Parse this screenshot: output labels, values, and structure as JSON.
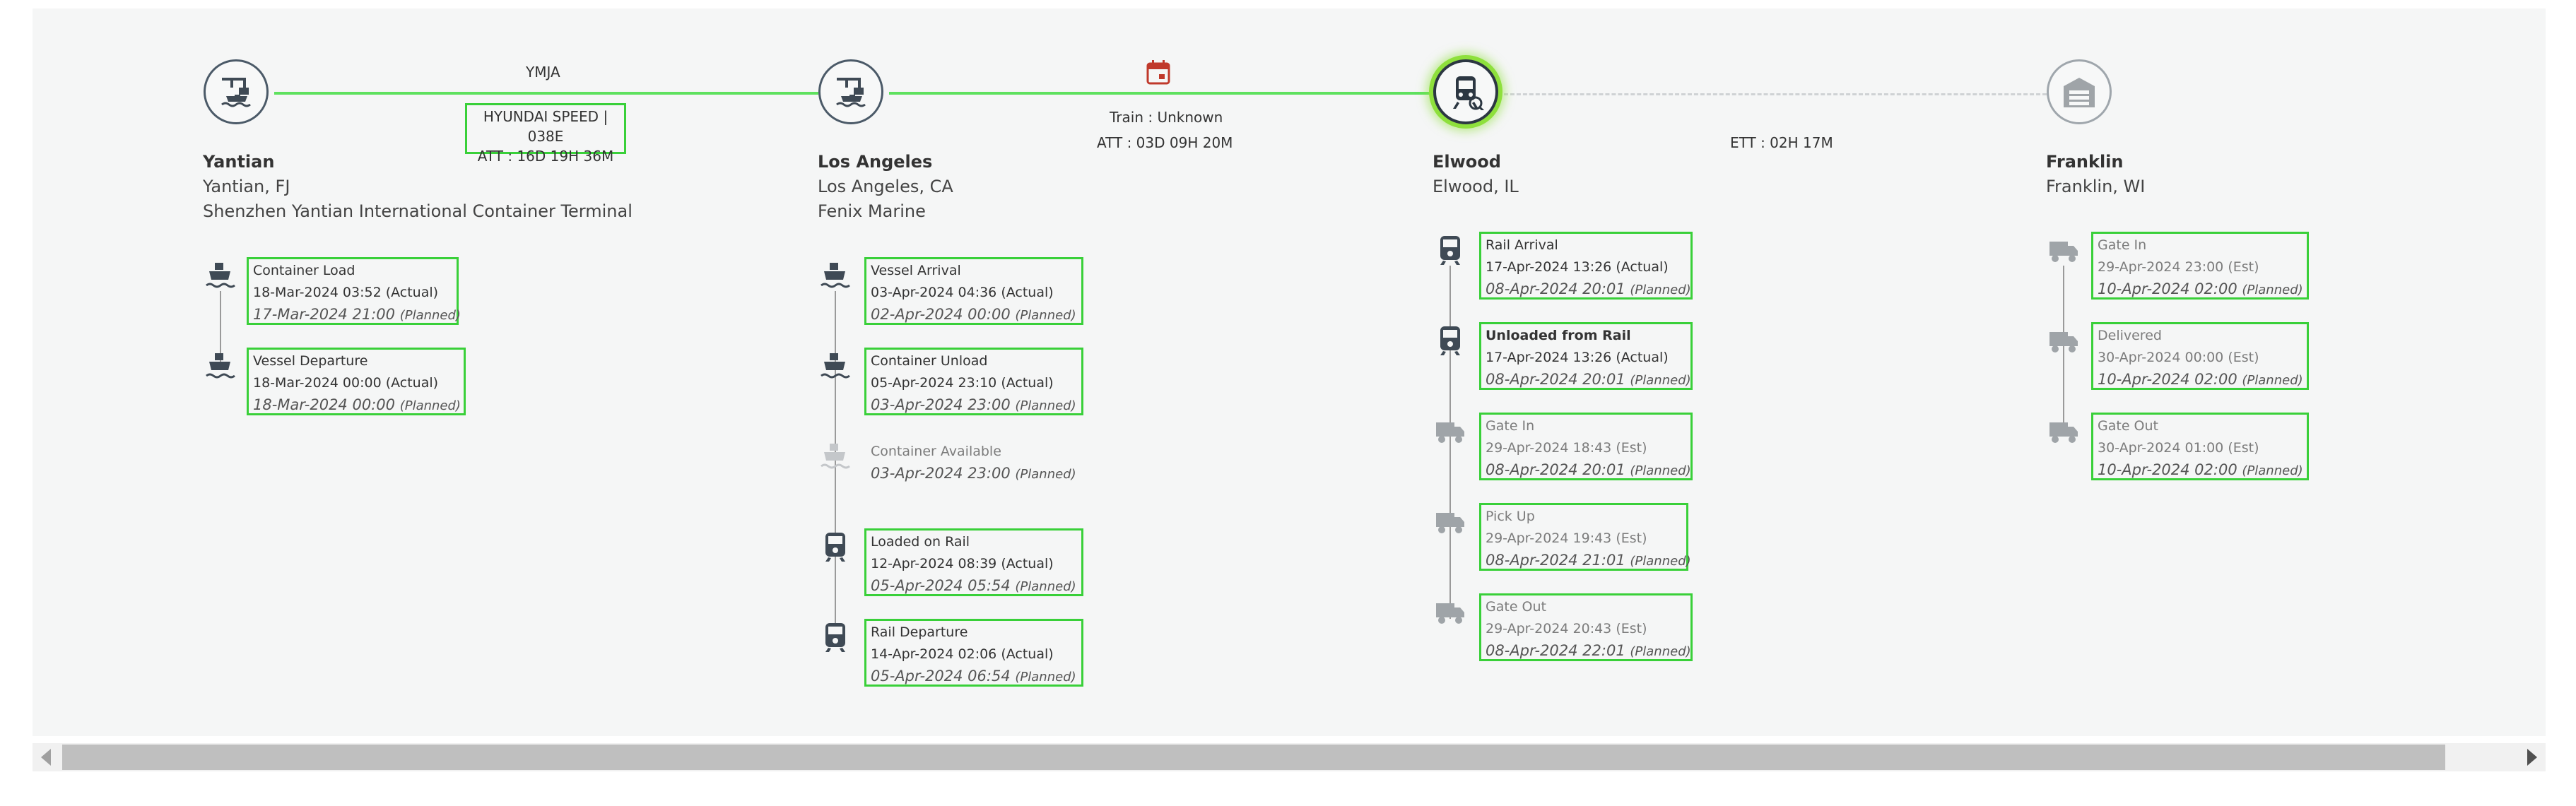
{
  "legs": [
    {
      "carrier": "YMJA",
      "vessel": "HYUNDAI SPEED | 038E",
      "duration": "ATT : 16D 19H 36M"
    },
    {
      "mode": "Train : Unknown",
      "duration": "ATT : 03D 09H 20M"
    },
    {
      "duration": "ETT : 02H 17M"
    }
  ],
  "locations": [
    {
      "name": "Yantian",
      "region": "Yantian, FJ",
      "facility": "Shenzhen Yantian International Container Terminal",
      "icon": "crane-ship-icon"
    },
    {
      "name": "Los Angeles",
      "region": "Los Angeles, CA",
      "facility": "Fenix Marine",
      "icon": "crane-ship-icon"
    },
    {
      "name": "Elwood",
      "region": "Elwood, IL",
      "facility": "",
      "icon": "train-icon"
    },
    {
      "name": "Franklin",
      "region": "Franklin, WI",
      "facility": "",
      "icon": "warehouse-icon"
    }
  ],
  "events": {
    "yantian": [
      {
        "title": "Container Load",
        "actual": "18-Mar-2024 03:52 (Actual)",
        "planned_date": "17-Mar-2024 21:00",
        "planned_tag": "(Planned)"
      },
      {
        "title": "Vessel Departure",
        "actual": "18-Mar-2024 00:00 (Actual)",
        "planned_date": "18-Mar-2024 00:00",
        "planned_tag": "(Planned)"
      }
    ],
    "losangeles": [
      {
        "title": "Vessel Arrival",
        "actual": "03-Apr-2024 04:36 (Actual)",
        "planned_date": "02-Apr-2024 00:00",
        "planned_tag": "(Planned)"
      },
      {
        "title": "Container Unload",
        "actual": "05-Apr-2024 23:10 (Actual)",
        "planned_date": "03-Apr-2024 23:00",
        "planned_tag": "(Planned)"
      },
      {
        "title": "Container Available",
        "planned_date": "03-Apr-2024 23:00",
        "planned_tag": "(Planned)"
      },
      {
        "title": "Loaded on Rail",
        "actual": "12-Apr-2024 08:39 (Actual)",
        "planned_date": "05-Apr-2024 05:54",
        "planned_tag": "(Planned)"
      },
      {
        "title": "Rail Departure",
        "actual": "14-Apr-2024 02:06 (Actual)",
        "planned_date": "05-Apr-2024 06:54",
        "planned_tag": "(Planned)"
      }
    ],
    "elwood": [
      {
        "title": "Rail Arrival",
        "actual": "17-Apr-2024 13:26 (Actual)",
        "planned_date": "08-Apr-2024 20:01",
        "planned_tag": "(Planned)"
      },
      {
        "title": "Unloaded from Rail",
        "actual": "17-Apr-2024 13:26 (Actual)",
        "planned_date": "08-Apr-2024 20:01",
        "planned_tag": "(Planned)"
      },
      {
        "title": "Gate In",
        "actual": "29-Apr-2024 18:43 (Est)",
        "planned_date": "08-Apr-2024 20:01",
        "planned_tag": "(Planned)"
      },
      {
        "title": "Pick Up",
        "actual": "29-Apr-2024 19:43 (Est)",
        "planned_date": "08-Apr-2024 21:01",
        "planned_tag": "(Planned)"
      },
      {
        "title": "Gate Out",
        "actual": "29-Apr-2024 20:43 (Est)",
        "planned_date": "08-Apr-2024 22:01",
        "planned_tag": "(Planned)"
      }
    ],
    "franklin": [
      {
        "title": "Gate In",
        "actual": "29-Apr-2024 23:00 (Est)",
        "planned_date": "10-Apr-2024 02:00",
        "planned_tag": "(Planned)"
      },
      {
        "title": "Delivered",
        "actual": "30-Apr-2024 00:00 (Est)",
        "planned_date": "10-Apr-2024 02:00",
        "planned_tag": "(Planned)"
      },
      {
        "title": "Gate Out",
        "actual": "30-Apr-2024 01:00 (Est)",
        "planned_date": "10-Apr-2024 02:00",
        "planned_tag": "(Planned)"
      }
    ]
  },
  "colors": {
    "progress": "#5ee15e",
    "highlight": "#39d039",
    "icon_dark": "#3f4a55",
    "icon_muted": "#9fa4a8",
    "calendar": "#c0392b"
  }
}
